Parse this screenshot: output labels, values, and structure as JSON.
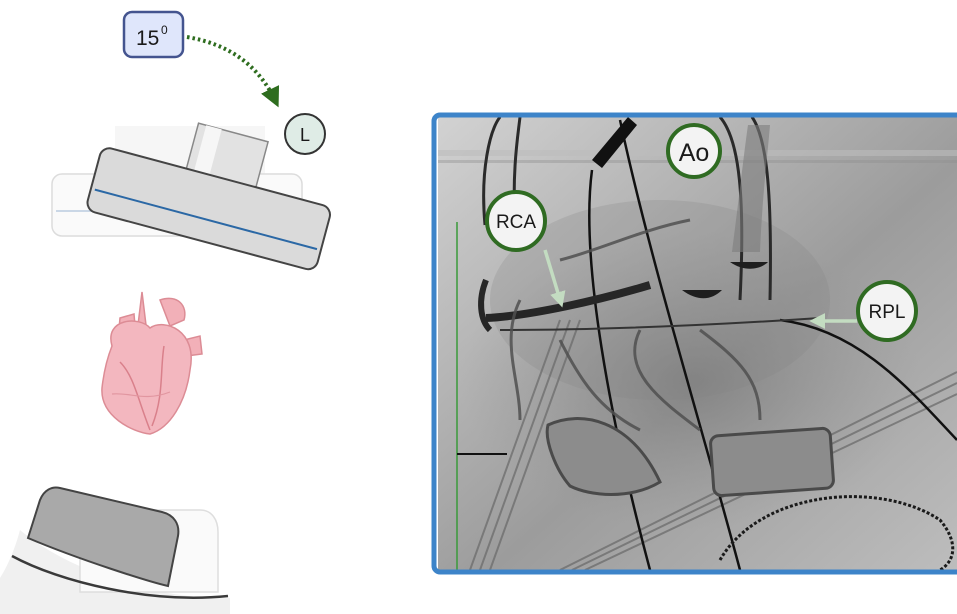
{
  "angle_badge": {
    "value": "15",
    "unit": "0"
  },
  "orientation_marker": {
    "label": "L"
  },
  "xray_labels": {
    "aorta": "Ao",
    "right_coronary_artery": "RCA",
    "right_posterolateral": "RPL"
  },
  "colors": {
    "badge_fill": "#dfe6fb",
    "badge_border": "#44548f",
    "rotation_arrow": "#2e6d1f",
    "marker_fill": "#dfece6",
    "marker_border": "#333333",
    "label_ring": "#2f6b22",
    "xray_frame": "#3d84c9",
    "pointer_arrow": "#c3dcc1",
    "heart": "#f3b7bf"
  },
  "icons": [
    "detector-icon",
    "heart-icon",
    "xray-source-icon"
  ]
}
